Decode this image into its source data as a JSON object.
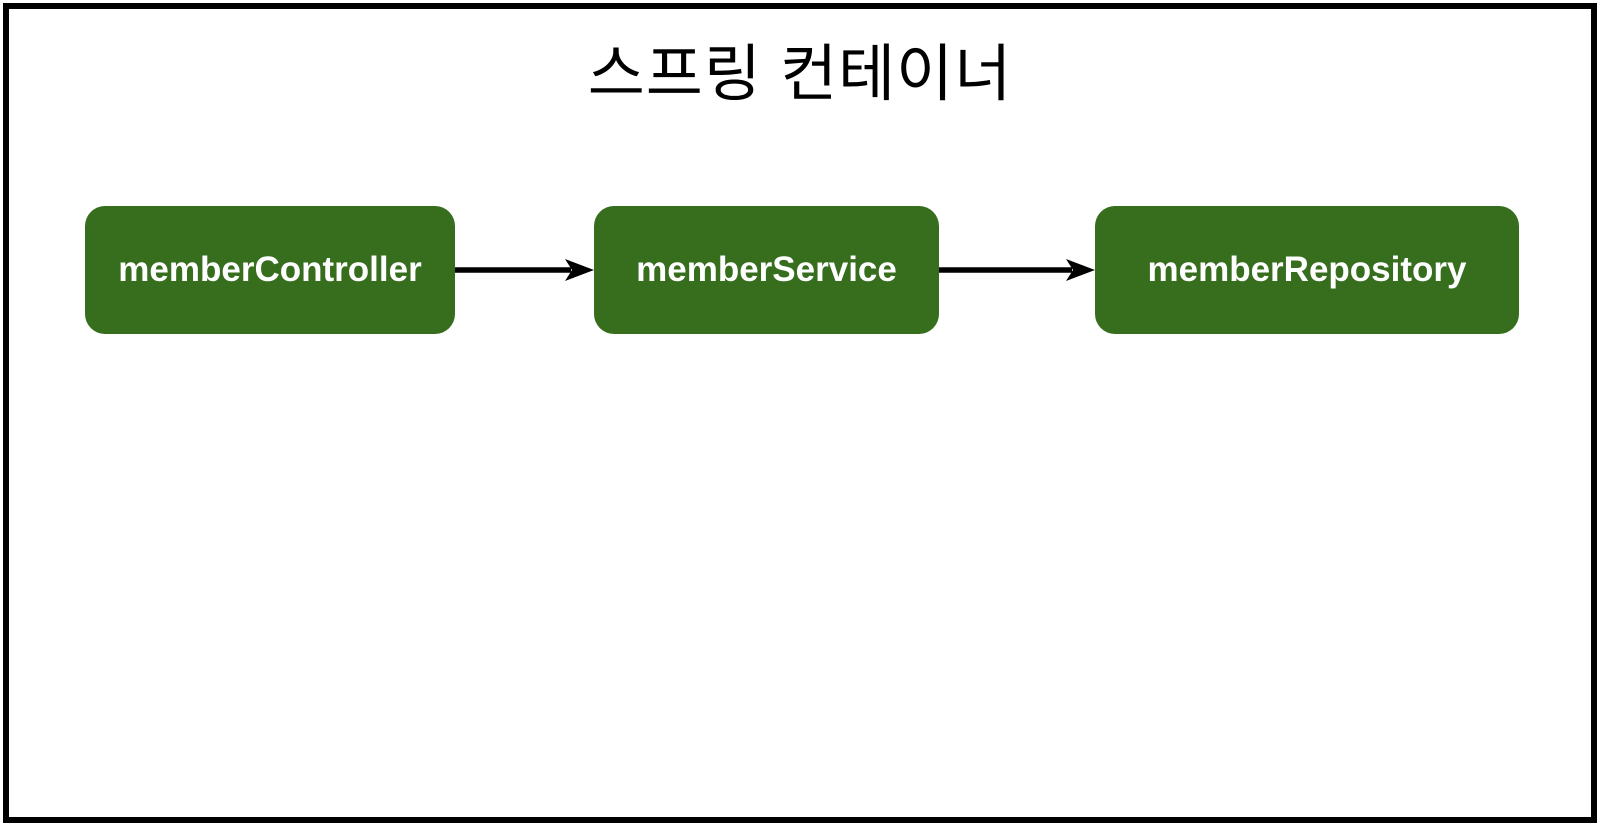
{
  "diagram": {
    "title": "스프링 컨테이너",
    "nodes": [
      {
        "id": "memberController",
        "label": "memberController"
      },
      {
        "id": "memberService",
        "label": "memberService"
      },
      {
        "id": "memberRepository",
        "label": "memberRepository"
      }
    ],
    "edges": [
      {
        "from": "memberController",
        "to": "memberService"
      },
      {
        "from": "memberService",
        "to": "memberRepository"
      }
    ],
    "colors": {
      "background": "#ffffff",
      "frame_border": "#000000",
      "node_fill": "#366e1e",
      "node_text": "#ffffff",
      "arrow": "#000000",
      "title_text": "#000000"
    }
  }
}
